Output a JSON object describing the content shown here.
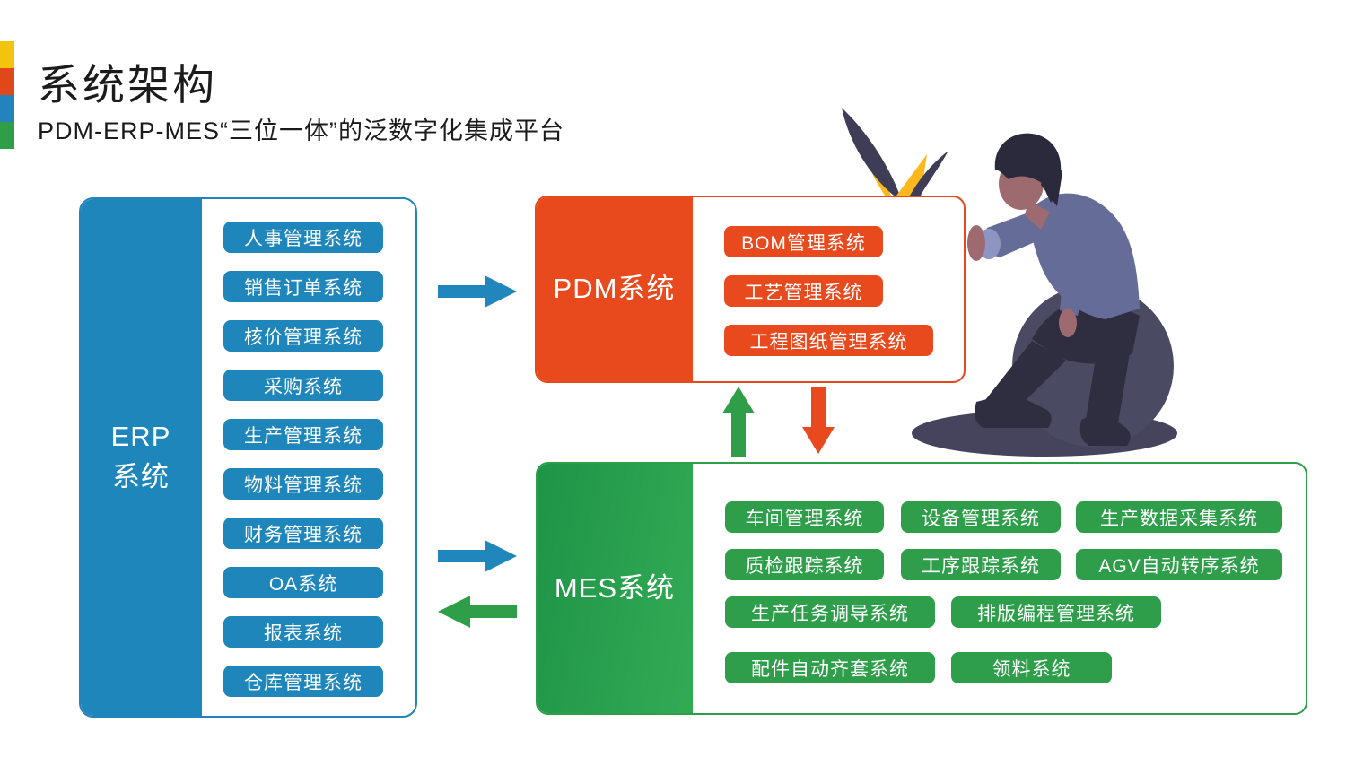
{
  "header": {
    "title": "系统架构",
    "subtitle": "PDM-ERP-MES“三位一体”的泛数字化集成平台"
  },
  "accent_strip_colors": [
    "#F2C40D",
    "#E0481A",
    "#2383BC",
    "#2F9E49"
  ],
  "theme_colors": {
    "erp_blue": "#1E86BA",
    "pdm_orange": "#E8491D",
    "mes_green": "#2F9E49"
  },
  "erp": {
    "label_line1": "ERP",
    "label_line2": "系统",
    "items": [
      "人事管理系统",
      "销售订单系统",
      "核价管理系统",
      "采购系统",
      "生产管理系统",
      "物料管理系统",
      "财务管理系统",
      "OA系统",
      "报表系统",
      "仓库管理系统"
    ]
  },
  "pdm": {
    "label": "PDM系统",
    "items": [
      "BOM管理系统",
      "工艺管理系统",
      "工程图纸管理系统"
    ]
  },
  "mes": {
    "label": "MES系统",
    "items": [
      "车间管理系统",
      "设备管理系统",
      "生产数据采集系统",
      "质检跟踪系统",
      "工序跟踪系统",
      "AGV自动转序系统",
      "生产任务调导系统",
      "排版编程管理系统",
      "配件自动齐套系统",
      "领料系统"
    ]
  },
  "arrows": [
    {
      "name": "erp-to-pdm",
      "direction": "right",
      "color": "#2186BB"
    },
    {
      "name": "erp-to-mes",
      "direction": "right",
      "color": "#2186BB"
    },
    {
      "name": "mes-to-erp",
      "direction": "left",
      "color": "#2F9E49"
    },
    {
      "name": "mes-to-pdm",
      "direction": "up",
      "color": "#2F9E49"
    },
    {
      "name": "pdm-to-mes",
      "direction": "down",
      "color": "#E8491D"
    }
  ],
  "illustration": {
    "description": "person leaning on exercise ball beside PDM box, decorative leaves",
    "palette": {
      "hair": "#2B2A3D",
      "skin": "#9D6A6F",
      "sweater": "#656C98",
      "pants": "#2F2E41",
      "ball": "#4B4A63",
      "shadow": "#45445C",
      "leaf_navy": "#3F3D56",
      "leaf_yellow": "#FDB81E"
    }
  }
}
